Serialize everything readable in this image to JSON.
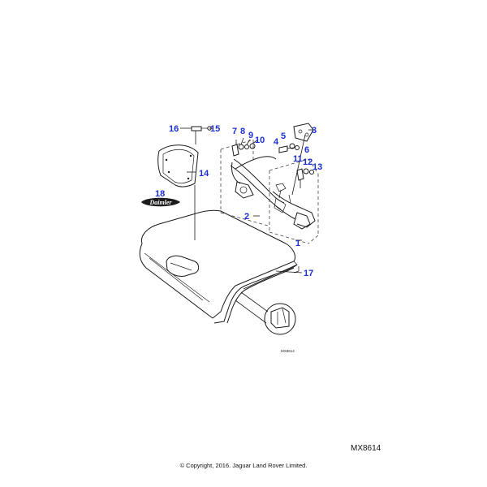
{
  "diagram": {
    "drawing_code_small": "MX8614",
    "drawing_code": "MX8614",
    "copyright": "© Copyright, 2016. Jaguar Land Rover Limited.",
    "brand_badge": "Daimler",
    "callouts": [
      "1",
      "2",
      "3",
      "4",
      "5",
      "6",
      "7",
      "8",
      "9",
      "10",
      "11",
      "12",
      "13",
      "14",
      "15",
      "16",
      "17",
      "18"
    ],
    "colors": {
      "callout": "#1a2fd4",
      "line": "#1b1b1b"
    }
  }
}
